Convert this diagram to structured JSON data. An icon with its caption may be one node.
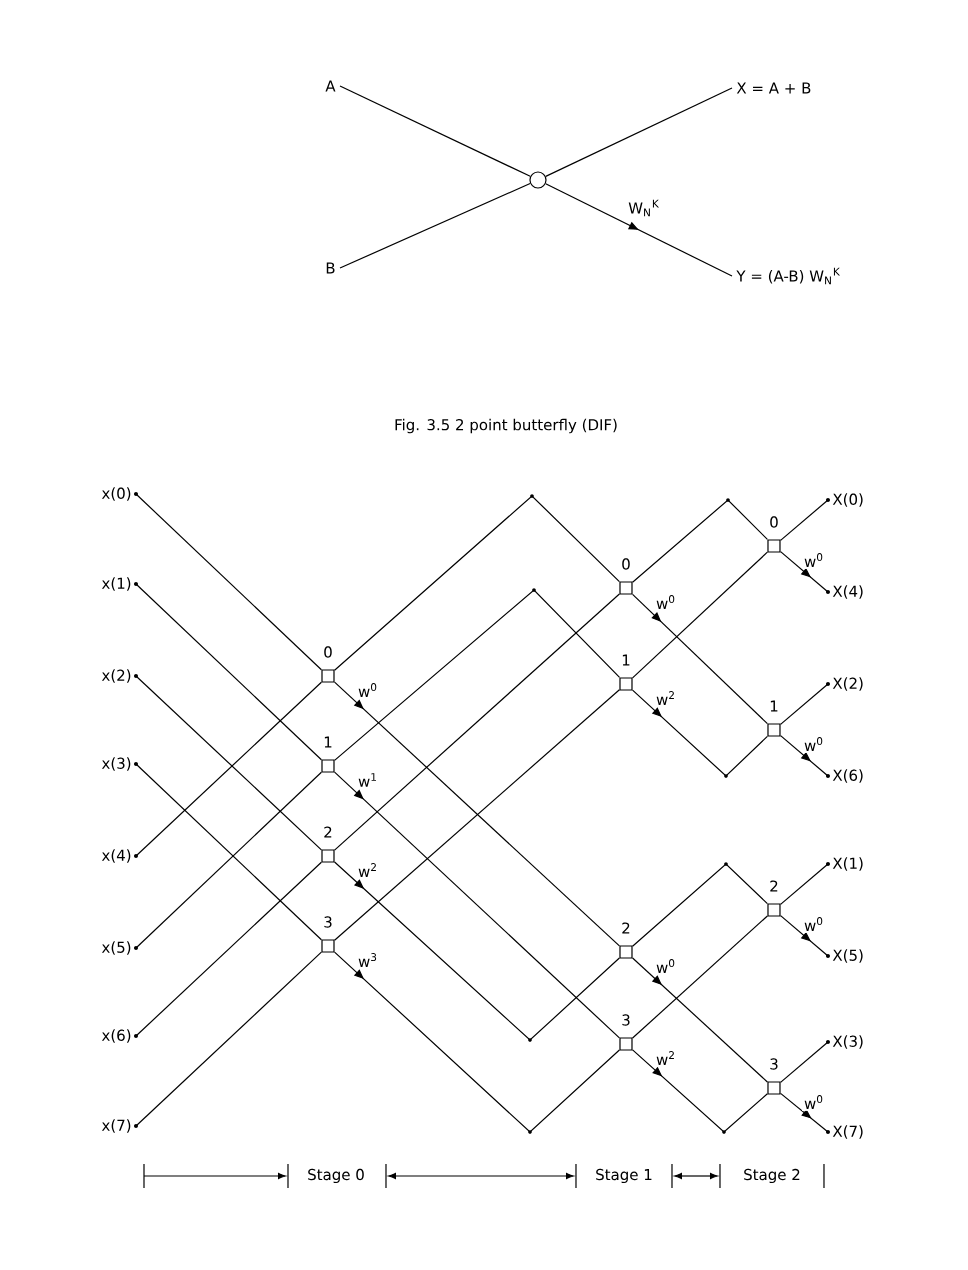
{
  "diagram": {
    "caption": "Fig. 3.5 2 point butterfly (DIF)",
    "nodes": [
      {
        "text": [
          "A"
        ]
      },
      {
        "text": [
          "B"
        ]
      },
      {
        "text": [],
        "shape": "circle"
      },
      {
        "text": [
          "X = A + B"
        ]
      },
      {
        "text": [
          "Y = (A-B) W$_{N}$$^{K}$"
        ]
      },
      {
        "text": [
          "x(0)"
        ]
      },
      {
        "text": [
          "x(1)"
        ]
      },
      {
        "text": [
          "x(2)"
        ]
      },
      {
        "text": [
          "x(3)"
        ]
      },
      {
        "text": [
          "x(4)"
        ]
      },
      {
        "text": [
          "x(5)"
        ]
      },
      {
        "text": [
          "x(6)"
        ]
      },
      {
        "text": [
          "x(7)"
        ]
      },
      {
        "text": [],
        "shape": "box",
        "beside": [
          "0"
        ]
      },
      {
        "text": [],
        "shape": "box",
        "beside": [
          "1"
        ]
      },
      {
        "text": [],
        "shape": "box",
        "beside": [
          "2"
        ]
      },
      {
        "text": [],
        "shape": "box",
        "beside": [
          "3"
        ]
      },
      {
        "text": [],
        "shape": "box",
        "beside": [
          "0"
        ]
      },
      {
        "text": [],
        "shape": "box",
        "beside": [
          "1"
        ]
      },
      {
        "text": [],
        "shape": "box",
        "beside": [
          "2"
        ]
      },
      {
        "text": [],
        "shape": "box",
        "beside": [
          "3"
        ]
      },
      {
        "text": [],
        "shape": "box",
        "beside": [
          "0"
        ]
      },
      {
        "text": [],
        "shape": "box",
        "beside": [
          "1"
        ]
      },
      {
        "text": [],
        "shape": "box",
        "beside": [
          "2"
        ]
      },
      {
        "text": [],
        "shape": "box",
        "beside": [
          "3"
        ]
      },
      {
        "text": [
          "X(0)"
        ]
      },
      {
        "text": [
          "X(4)"
        ]
      },
      {
        "text": [
          "X(2)"
        ]
      },
      {
        "text": [
          "X(6)"
        ]
      },
      {
        "text": [
          "X(1)"
        ]
      },
      {
        "text": [
          "X(5)"
        ]
      },
      {
        "text": [
          "X(3)"
        ]
      },
      {
        "text": [
          "X(7)"
        ]
      }
    ],
    "edges": [
      {
        "from": 0,
        "to": 2,
        "arrow": "none"
      },
      {
        "from": 1,
        "to": 2,
        "arrow": "none"
      },
      {
        "from": 2,
        "to": 3,
        "arrow": "none"
      },
      {
        "from": 2,
        "to": 4,
        "arrow": "to",
        "label": "W$_{N}$$^{K}$"
      },
      {
        "from": 5,
        "to": 13,
        "arrow": "none"
      },
      {
        "from": 6,
        "to": 14,
        "arrow": "none"
      },
      {
        "from": 7,
        "to": 15,
        "arrow": "none"
      },
      {
        "from": 8,
        "to": 16,
        "arrow": "none"
      },
      {
        "from": 9,
        "to": 13,
        "arrow": "none"
      },
      {
        "from": 10,
        "to": 14,
        "arrow": "none"
      },
      {
        "from": 11,
        "to": 15,
        "arrow": "none"
      },
      {
        "from": 12,
        "to": 16,
        "arrow": "none"
      },
      {
        "from": 13,
        "to": 17,
        "arrow": "none"
      },
      {
        "from": 13,
        "to": 19,
        "arrow": "to",
        "label": "w$^{0}$"
      },
      {
        "from": 14,
        "to": 18,
        "arrow": "none"
      },
      {
        "from": 14,
        "to": 20,
        "arrow": "to",
        "label": "w$^{1}$"
      },
      {
        "from": 15,
        "to": 17,
        "arrow": "none"
      },
      {
        "from": 15,
        "to": 19,
        "arrow": "to",
        "label": "w$^{2}$"
      },
      {
        "from": 16,
        "to": 18,
        "arrow": "none"
      },
      {
        "from": 16,
        "to": 20,
        "arrow": "to",
        "label": "w$^{3}$"
      },
      {
        "from": 17,
        "to": 21,
        "arrow": "none"
      },
      {
        "from": 17,
        "to": 22,
        "arrow": "to",
        "label": "w$^{0}$"
      },
      {
        "from": 18,
        "to": 21,
        "arrow": "none"
      },
      {
        "from": 18,
        "to": 22,
        "arrow": "to",
        "label": "w$^{2}$"
      },
      {
        "from": 19,
        "to": 23,
        "arrow": "none"
      },
      {
        "from": 19,
        "to": 24,
        "arrow": "to",
        "label": "w$^{0}$"
      },
      {
        "from": 20,
        "to": 23,
        "arrow": "none"
      },
      {
        "from": 20,
        "to": 24,
        "arrow": "to",
        "label": "w$^{2}$"
      },
      {
        "from": 21,
        "to": 25,
        "arrow": "none"
      },
      {
        "from": 21,
        "to": 26,
        "arrow": "to",
        "label": "w$^{0}$"
      },
      {
        "from": 22,
        "to": 27,
        "arrow": "none"
      },
      {
        "from": 22,
        "to": 28,
        "arrow": "to",
        "label": "w$^{0}$"
      },
      {
        "from": 23,
        "to": 29,
        "arrow": "none"
      },
      {
        "from": 23,
        "to": 30,
        "arrow": "to",
        "label": "w$^{0}$"
      },
      {
        "from": 24,
        "to": 31,
        "arrow": "none"
      },
      {
        "from": 24,
        "to": 32,
        "arrow": "to",
        "label": "w$^{0}$"
      }
    ],
    "labels": [
      "Stage 0",
      "Stage 1",
      "Stage 2"
    ]
  }
}
